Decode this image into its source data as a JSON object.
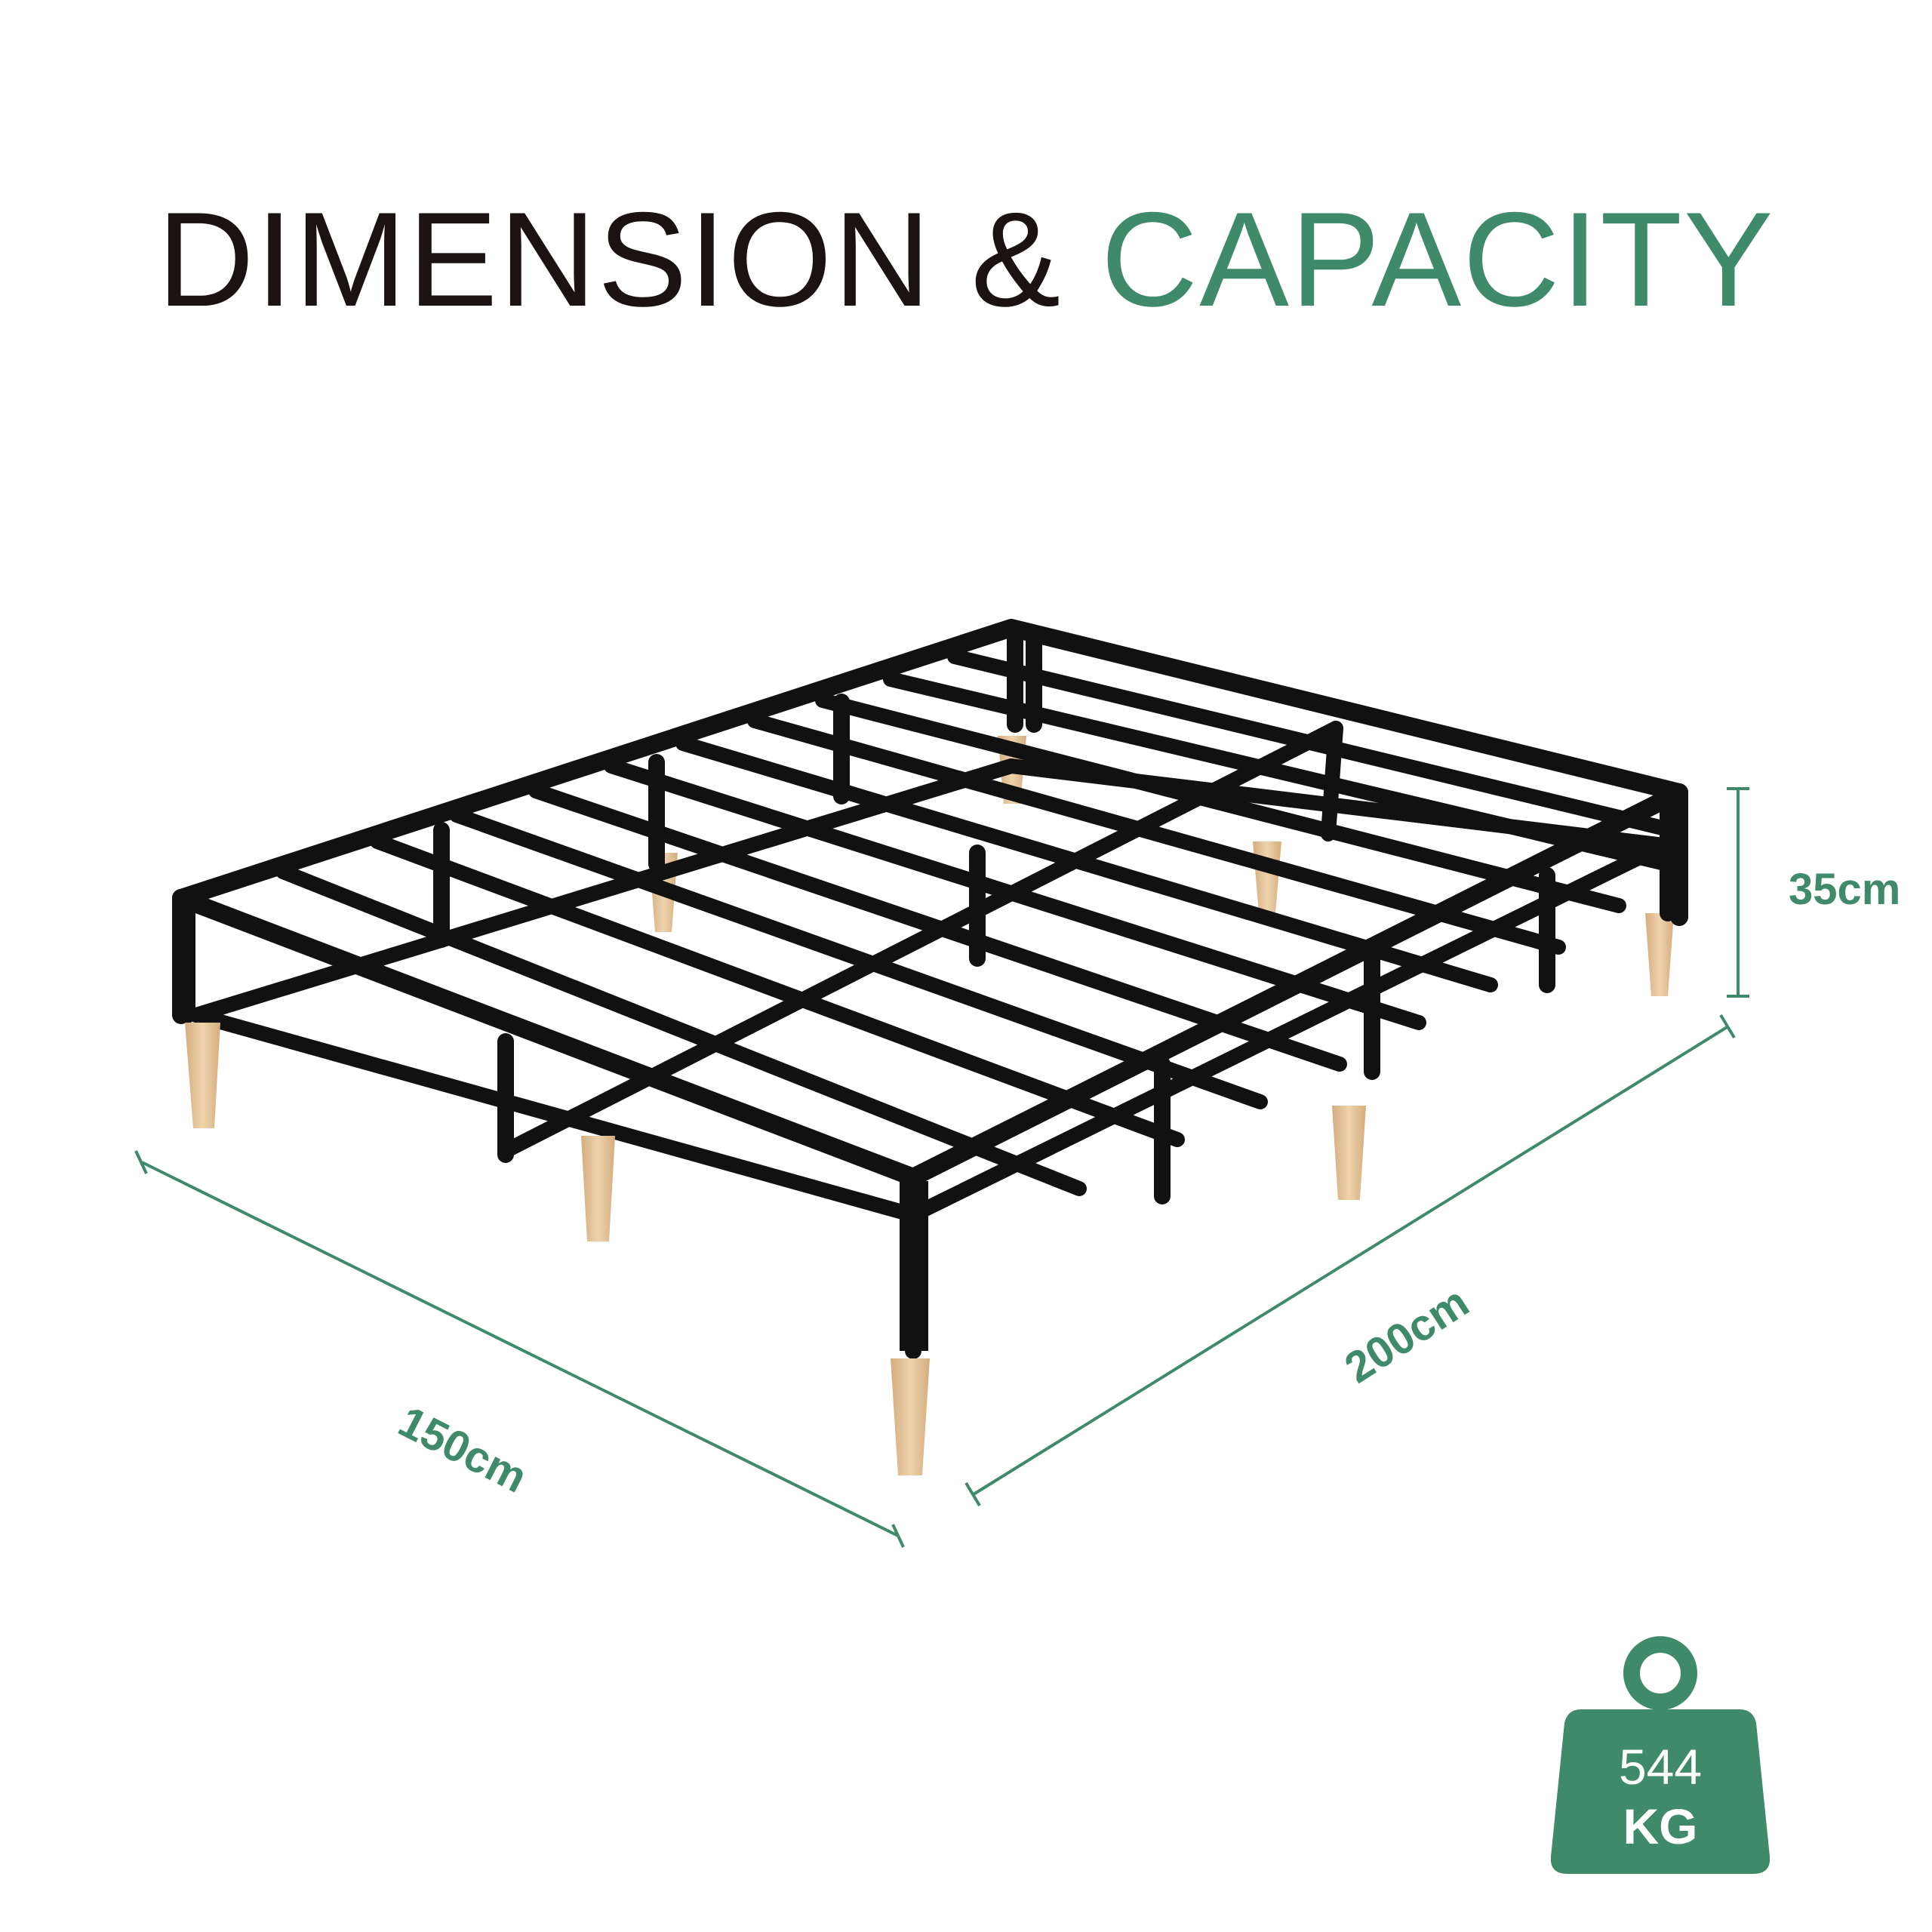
{
  "title": {
    "part1": "DIMENSION & ",
    "part2": "CAPACITY"
  },
  "dimensions": {
    "width": "150cm",
    "length": "200cm",
    "height": "35cm"
  },
  "capacity": {
    "value": "544",
    "unit": "KG"
  },
  "colors": {
    "accent": "#3f8a6b",
    "title": "#1a1311",
    "frame": "#111111",
    "leg": "#e3c39a"
  },
  "icons": {
    "capacity": "weight-icon"
  }
}
